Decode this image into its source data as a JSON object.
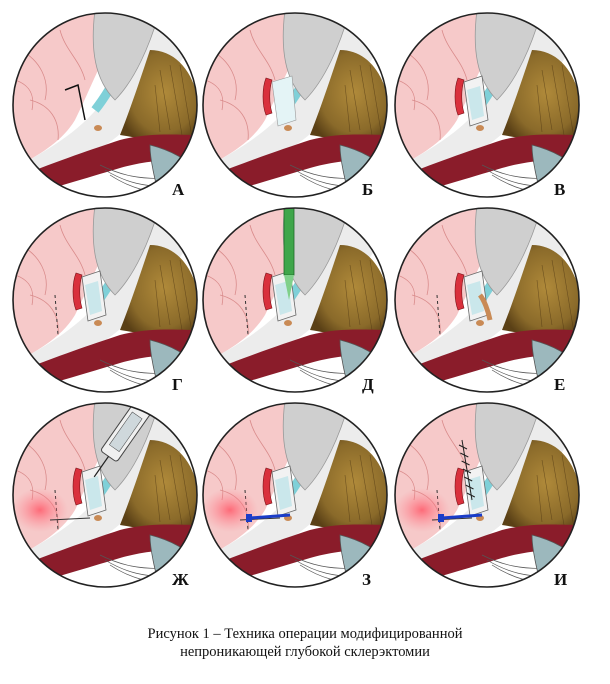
{
  "panels": [
    {
      "label": "А",
      "stage": "incision"
    },
    {
      "label": "Б",
      "stage": "superficial-flap"
    },
    {
      "label": "В",
      "stage": "deep-flap"
    },
    {
      "label": "Г",
      "stage": "deep-flap-dissected"
    },
    {
      "label": "Д",
      "stage": "laser"
    },
    {
      "label": "Е",
      "stage": "window"
    },
    {
      "label": "Ж",
      "stage": "injection"
    },
    {
      "label": "З",
      "stage": "implant"
    },
    {
      "label": "И",
      "stage": "sutured"
    }
  ],
  "caption": {
    "line1": "Рисунок 1 – Техника операции модифицированной",
    "line2": "непроникающей глубокой склерэктомии"
  },
  "colors": {
    "conjunctiva": "#f6c9c9",
    "cornea": "#cfcfcf",
    "iris": "#8a6a2a",
    "choroid": "#8a1c2a",
    "schlemm_band": "#7fd0d8",
    "laser": "#3fa64a",
    "implant_mark": "#1a3cc8"
  }
}
